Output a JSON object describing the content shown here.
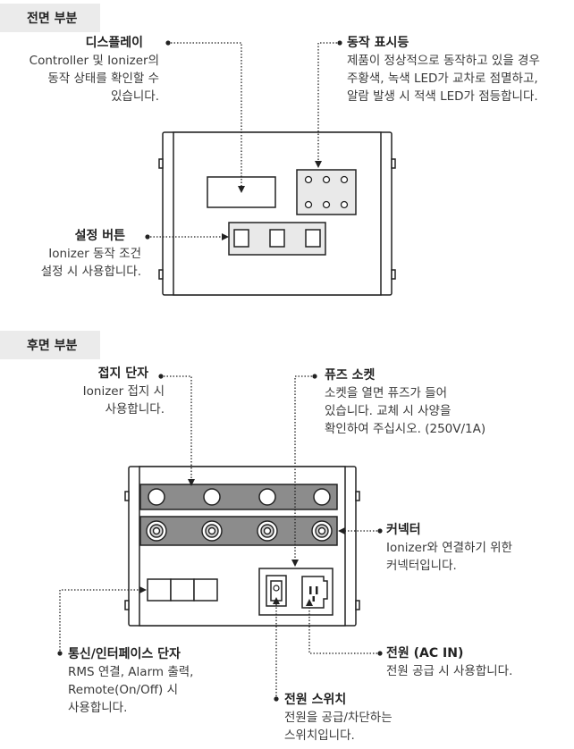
{
  "front": {
    "section_title": "전면 부분",
    "display": {
      "title": "디스플레이",
      "desc": [
        "Controller 및 Ionizer의",
        "동작 상태를 확인할 수",
        "있습니다."
      ]
    },
    "status_led": {
      "title": "동작 표시등",
      "desc": [
        "제품이 정상적으로 동작하고 있을 경우",
        "주황색, 녹색 LED가 교차로 점멸하고,",
        "알람 발생 시 적색 LED가 점등합니다."
      ]
    },
    "setting_buttons": {
      "title": "설정 버튼",
      "desc": [
        "Ionizer 동작 조건",
        "설정 시 사용합니다."
      ]
    }
  },
  "rear": {
    "section_title": "후면 부분",
    "ground": {
      "title": "접지 단자",
      "desc": [
        "Ionizer 접지 시",
        "사용합니다."
      ]
    },
    "fuse": {
      "title": "퓨즈 소켓",
      "desc": [
        "소켓을 열면 퓨즈가 들어",
        "있습니다. 교체 시 사양을",
        "확인하여 주십시오. (250V/1A)"
      ]
    },
    "connector": {
      "title": "커넥터",
      "desc": [
        "Ionizer와 연결하기 위한",
        "커넥터입니다."
      ]
    },
    "comm": {
      "title": "통신/인터페이스 단자",
      "desc": [
        "RMS 연결, Alarm 출력,",
        "Remote(On/Off) 시",
        "사용합니다."
      ]
    },
    "power_in": {
      "title": "전원 (AC IN)",
      "desc": [
        "전원 공급 시 사용합니다."
      ]
    },
    "power_switch": {
      "title": "전원 스위치",
      "desc": [
        "전원을 공급/차단하는",
        "스위치입니다."
      ]
    }
  }
}
